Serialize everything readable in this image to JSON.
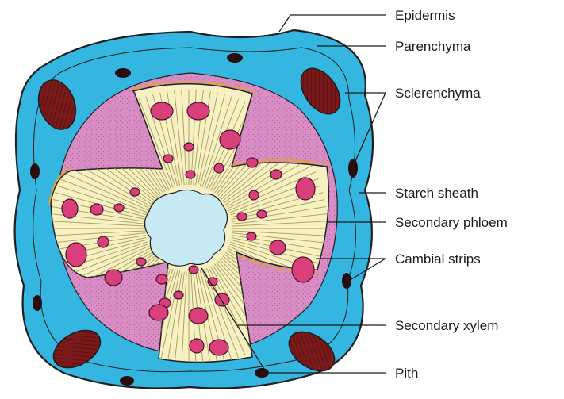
{
  "diagram": {
    "labels": {
      "epidermis": "Epidermis",
      "parenchyma": "Parenchyma",
      "sclerenchyma": "Sclerenchyma",
      "starch_sheath": "Starch sheath",
      "secondary_phloem": "Secondary phloem",
      "cambial_strips": "Cambial strips",
      "secondary_xylem": "Secondary xylem",
      "pith": "Pith"
    },
    "colors": {
      "outline": "#1f1f1f",
      "cortex_blue": "#35b6e0",
      "pericycle_pink": "#d88ec4",
      "xylem_cream": "#f6f0c3",
      "xylem_rays": "#c9bf86",
      "vessel_pink": "#d9407a",
      "sclerenchyma_dark": "#7a1a1a",
      "pith_blue": "#c6e9f2",
      "cambium_orange": "#e1a23a"
    }
  }
}
